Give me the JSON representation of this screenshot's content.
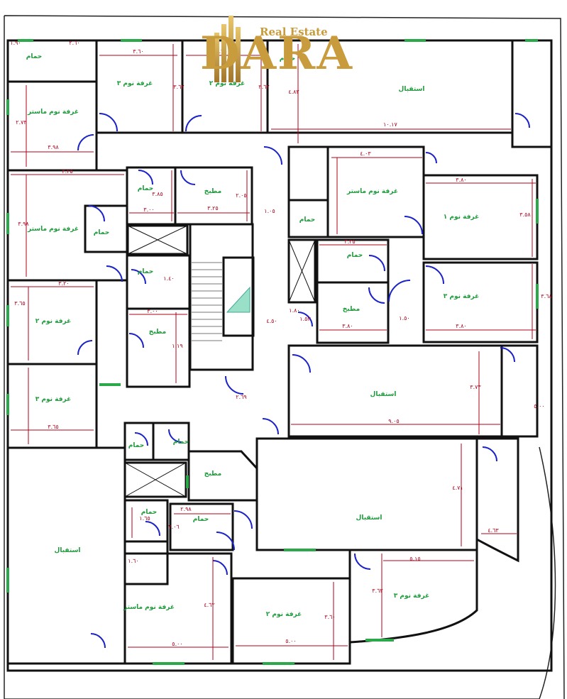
{
  "logo": {
    "brand": "DARA",
    "subtitle": "Real Estate",
    "color": "#c89b3c"
  },
  "colors": {
    "walls": "#111111",
    "dimensions": "#b0001a",
    "doors": "#1a22c8",
    "windows": "#2aa84a",
    "labels": "#1e9a3c"
  },
  "rooms": [
    {
      "id": "r1",
      "label": "حمام"
    },
    {
      "id": "r2",
      "label": "غرفة نوم ٣"
    },
    {
      "id": "r3",
      "label": "غرفة نوم ٢"
    },
    {
      "id": "r4",
      "label": "حمام"
    },
    {
      "id": "r5",
      "label": "استقبال"
    },
    {
      "id": "r6",
      "label": "غرفة نوم ماستر"
    },
    {
      "id": "r7",
      "label": "حمام"
    },
    {
      "id": "r8",
      "label": "مطبخ"
    },
    {
      "id": "r9",
      "label": "غرفة نوم ماستر"
    },
    {
      "id": "r10",
      "label": "حمام"
    },
    {
      "id": "r11",
      "label": "غرفة نوم ماستر"
    },
    {
      "id": "r12",
      "label": "حمام"
    },
    {
      "id": "r13",
      "label": "غرفة نوم ١"
    },
    {
      "id": "r14",
      "label": "حمام"
    },
    {
      "id": "r15",
      "label": "غرفة نوم ٢"
    },
    {
      "id": "r16",
      "label": "مطبخ"
    },
    {
      "id": "r17",
      "label": "حمام"
    },
    {
      "id": "r18",
      "label": "مطبخ"
    },
    {
      "id": "r19",
      "label": "غرفة نوم ٣"
    },
    {
      "id": "r20",
      "label": "غرفة نوم ٣"
    },
    {
      "id": "r21",
      "label": "استقبال"
    },
    {
      "id": "r22",
      "label": "حمام"
    },
    {
      "id": "r23",
      "label": "حمام"
    },
    {
      "id": "r24",
      "label": "مطبخ"
    },
    {
      "id": "r25",
      "label": "استقبال"
    },
    {
      "id": "r26",
      "label": "استقبال"
    },
    {
      "id": "r27",
      "label": "حمام"
    },
    {
      "id": "r28",
      "label": "حمام"
    },
    {
      "id": "r29",
      "label": "غرفة نوم ماستر"
    },
    {
      "id": "r30",
      "label": "غرفة نوم ٢"
    },
    {
      "id": "r31",
      "label": "غرفة نوم ٣"
    }
  ],
  "dimensions": [
    "٢.٦٠",
    "٣.٦٠",
    "٣.٢٥",
    "٣.٦٢",
    "٣.٦٢",
    "٤.٨٢",
    "١٠.١٧",
    "١.٩٠",
    "٢.٧٣",
    "٣.٩٨",
    "٣.٢٥",
    "٣.٩٨",
    "٣.٢٠",
    "٣.٠٠",
    "٣.٦٥",
    "٣.٨٥",
    "٣.٢٥",
    "٢.٠٥",
    "٣.٦٥",
    "٤.٠٣",
    "٣.٨٠",
    "٣.٥٨",
    "٣.٨٠",
    "٣.٦٨",
    "٥.٠٠",
    "٣.٢٥",
    "٣.٨٠",
    "٩.٠٥",
    "٣.٧٣",
    "٤.٦٣",
    "٥.١٥",
    "٣.٦٢",
    "٥.٠٠",
    "٥.٠٠",
    "٣.٦٠",
    "٤.٦٢",
    "١.٦٠",
    "١.٦٥",
    "٢.٩٨",
    "٢.٠٦",
    "٣.٠٠",
    "١.٤٠",
    "١.١٩",
    "١.٥٣",
    "٢.٦٩",
    "٤.٧١",
    "٤.٥٠",
    "١.٠٥",
    "١.٥٠",
    "١.٨٠"
  ]
}
